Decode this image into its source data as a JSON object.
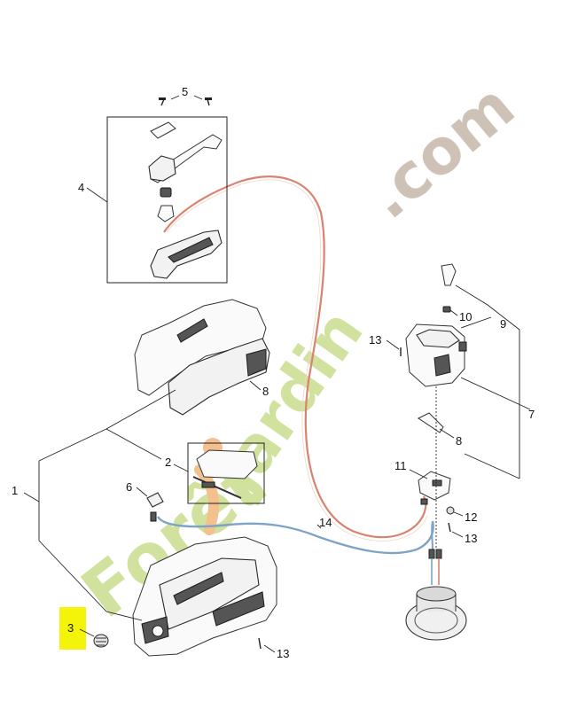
{
  "diagram": {
    "callouts": {
      "c1": "1",
      "c2": "2",
      "c3": "3",
      "c4": "4",
      "c5": "5",
      "c6": "6",
      "c7": "7",
      "c8a": "8",
      "c8b": "8",
      "c9": "9",
      "c10": "10",
      "c11": "11",
      "c12": "12",
      "c13a": "13",
      "c13b": "13",
      "c13c": "13",
      "c14": "14"
    },
    "highlight_color": "#f4f40a",
    "cable_red_color": "#d9826f",
    "cable_blue_color": "#7fa3c6"
  },
  "watermark": {
    "word1": "Forêt",
    "word2": "jardin",
    "word3": ".com",
    "color_green": "#c9dd8e",
    "color_orange": "#f3b57a",
    "color_gray": "#c4b8a8"
  }
}
